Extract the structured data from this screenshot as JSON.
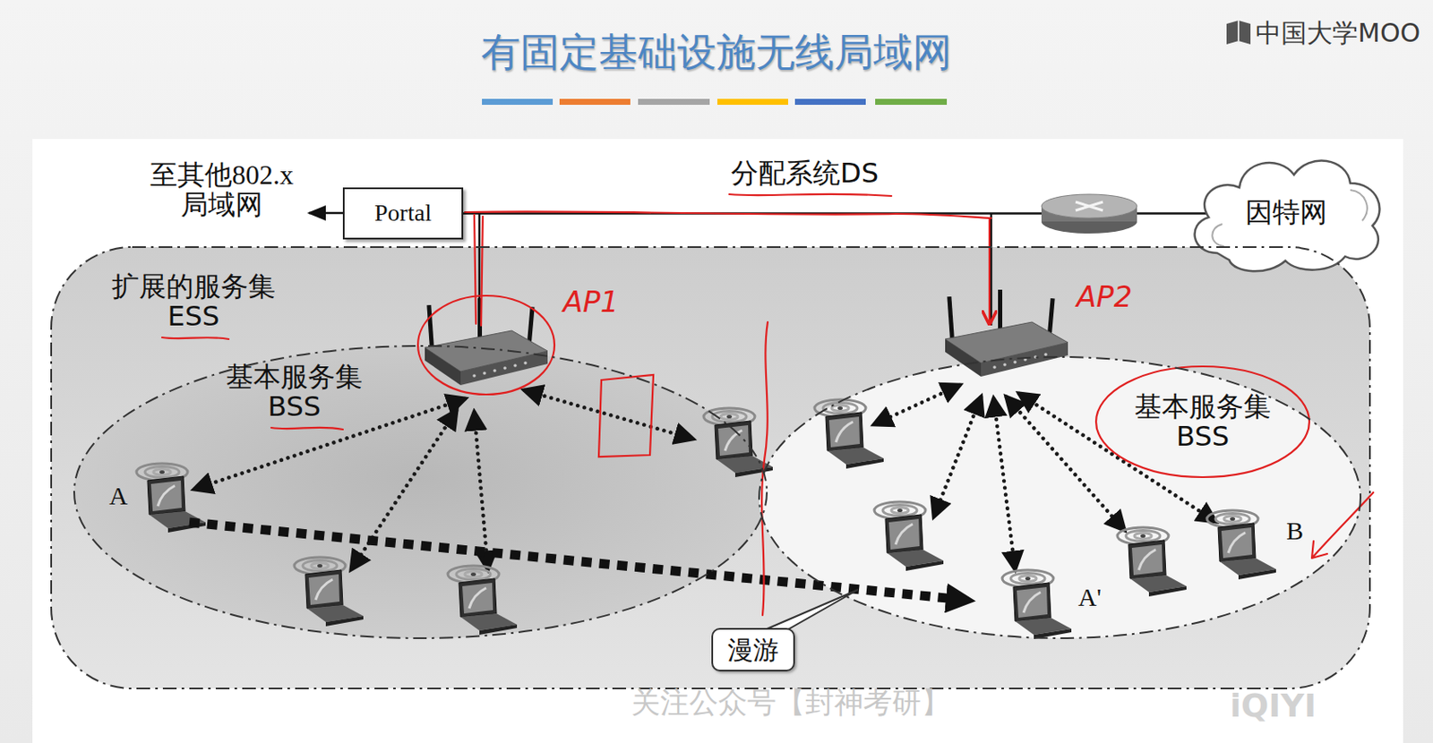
{
  "diagram": {
    "title": "有固定基础设施无线局域网",
    "nodes": [
      {
        "text": [
          "Portal"
        ]
      },
      {
        "text": [
          "因特网"
        ]
      },
      {
        "text": [
          "扩展的服务集 ESS"
        ]
      },
      {
        "text": [
          "基本服务集 BSS"
        ],
        "in": 2
      },
      {
        "text": [
          "基本服务集 BSS"
        ],
        "in": 2
      },
      {
        "text": [
          "漫游"
        ],
        "in": 2
      }
    ],
    "edges": [
      {
        "from": 0,
        "to": 1,
        "arrow": "none",
        "label": "分配系统DS"
      }
    ],
    "labels": [
      "至其他802.x 局域网",
      "A",
      "A'",
      "B",
      "AP1",
      "AP2",
      "中国大学MOO",
      "关注公众号【封神考研】",
      "iQIYI"
    ]
  }
}
